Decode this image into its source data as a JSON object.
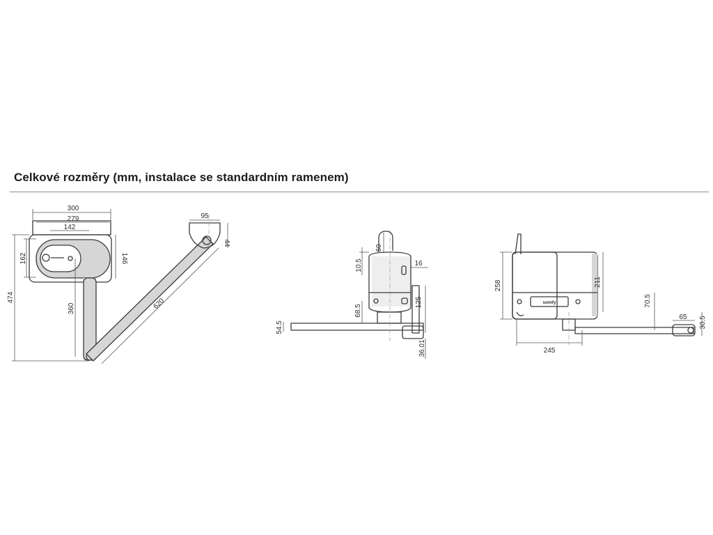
{
  "heading": "Celkové rozměry (mm, instalace se standardním ramenem)",
  "colors": {
    "line": "#3a3a3a",
    "shade": "#d6d6d6",
    "rule": "#8c8c8c"
  },
  "top_view": {
    "d_300": "300",
    "d_279": "279",
    "d_142": "142",
    "d_162": "162",
    "d_146": "146",
    "d_474": "474",
    "d_360": "360",
    "d_620": "620",
    "d_95": "95",
    "d_44": "44"
  },
  "side_view": {
    "d_60": "60",
    "d_10_5": "10.5",
    "d_16": "16",
    "d_125": "125",
    "d_68_5": "68.5",
    "d_54_5": "54.5",
    "d_36_01": "36.01"
  },
  "front_view": {
    "d_258": "258",
    "d_211": "211",
    "d_70_5": "70.5",
    "d_65": "65",
    "d_30_5": "30.5",
    "d_245": "245",
    "brand": "somfy"
  }
}
